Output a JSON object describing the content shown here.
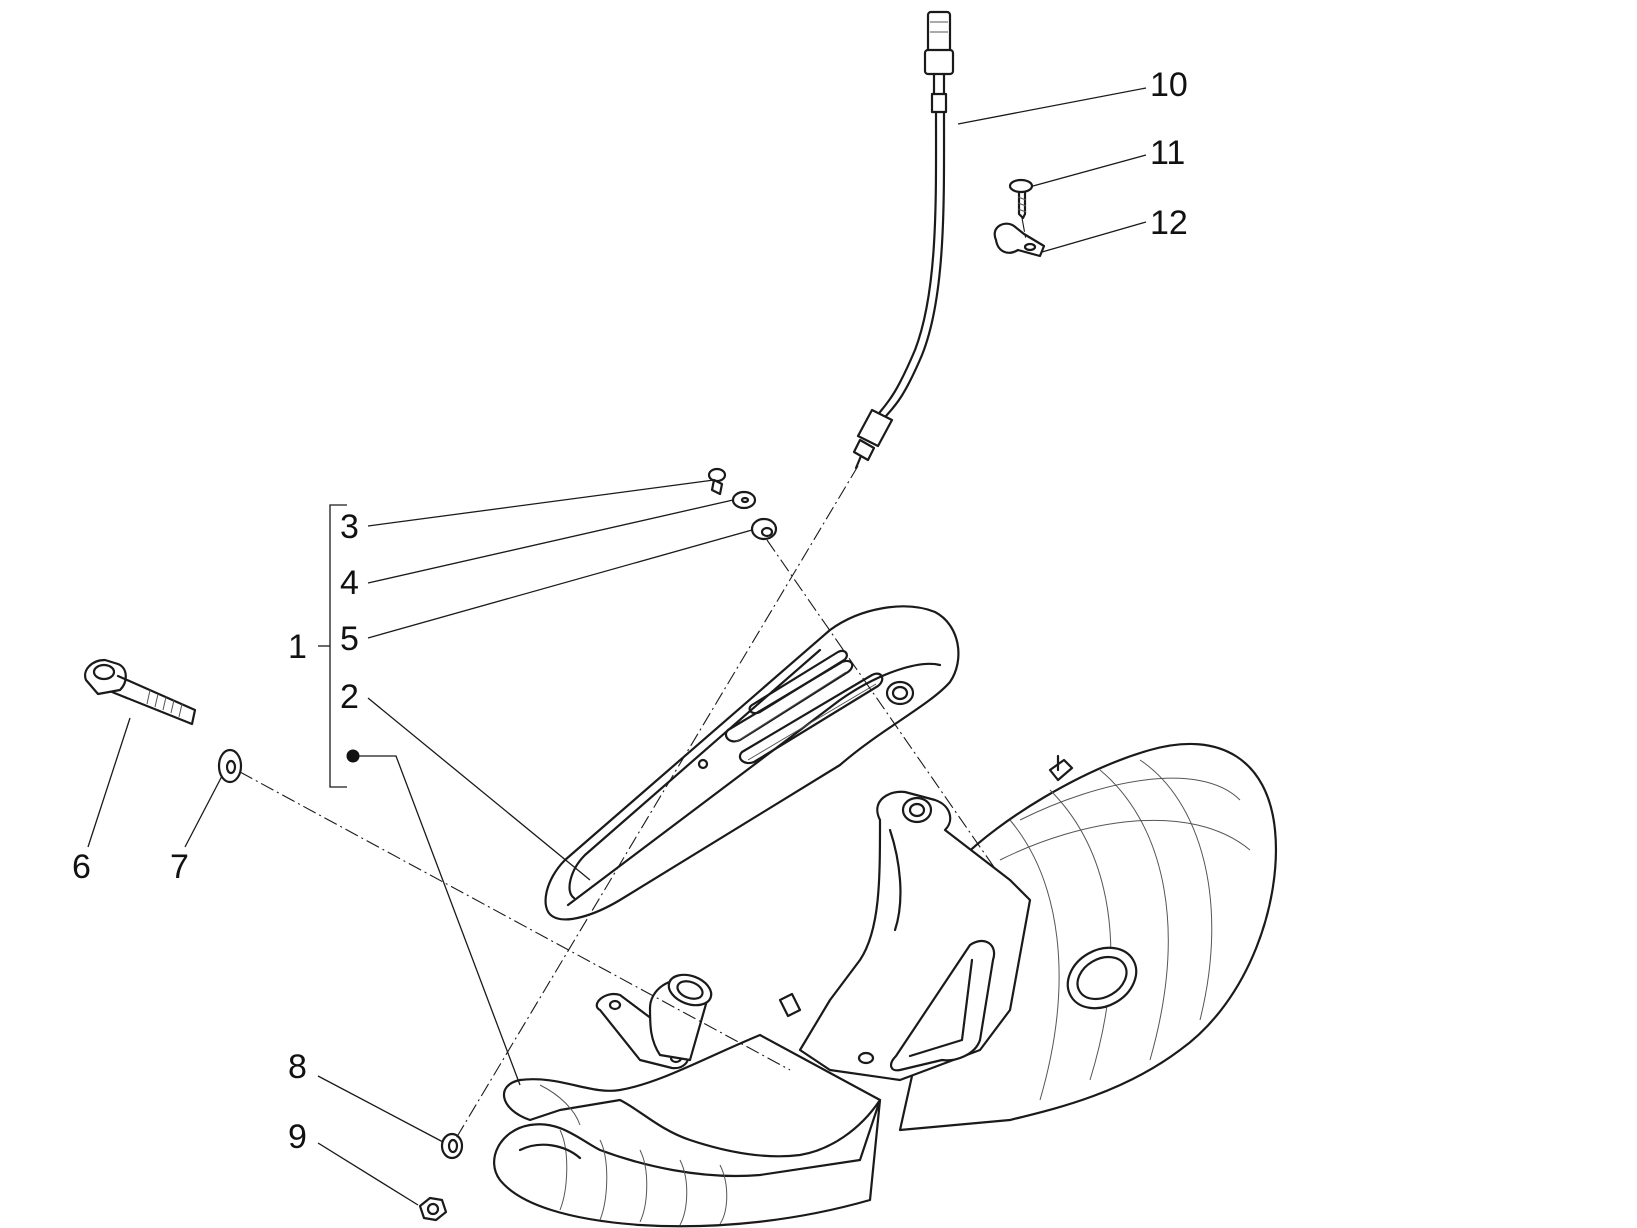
{
  "callouts": {
    "c1": "1",
    "c2": "2",
    "c3": "3",
    "c4": "4",
    "c5": "5",
    "c6": "6",
    "c7": "7",
    "c8": "8",
    "c9": "9",
    "c10": "10",
    "c11": "11",
    "c12": "12"
  },
  "colors": {
    "line": "#1a1a1a",
    "background": "#ffffff"
  },
  "icons": {
    "bullet": "filled-dot"
  }
}
